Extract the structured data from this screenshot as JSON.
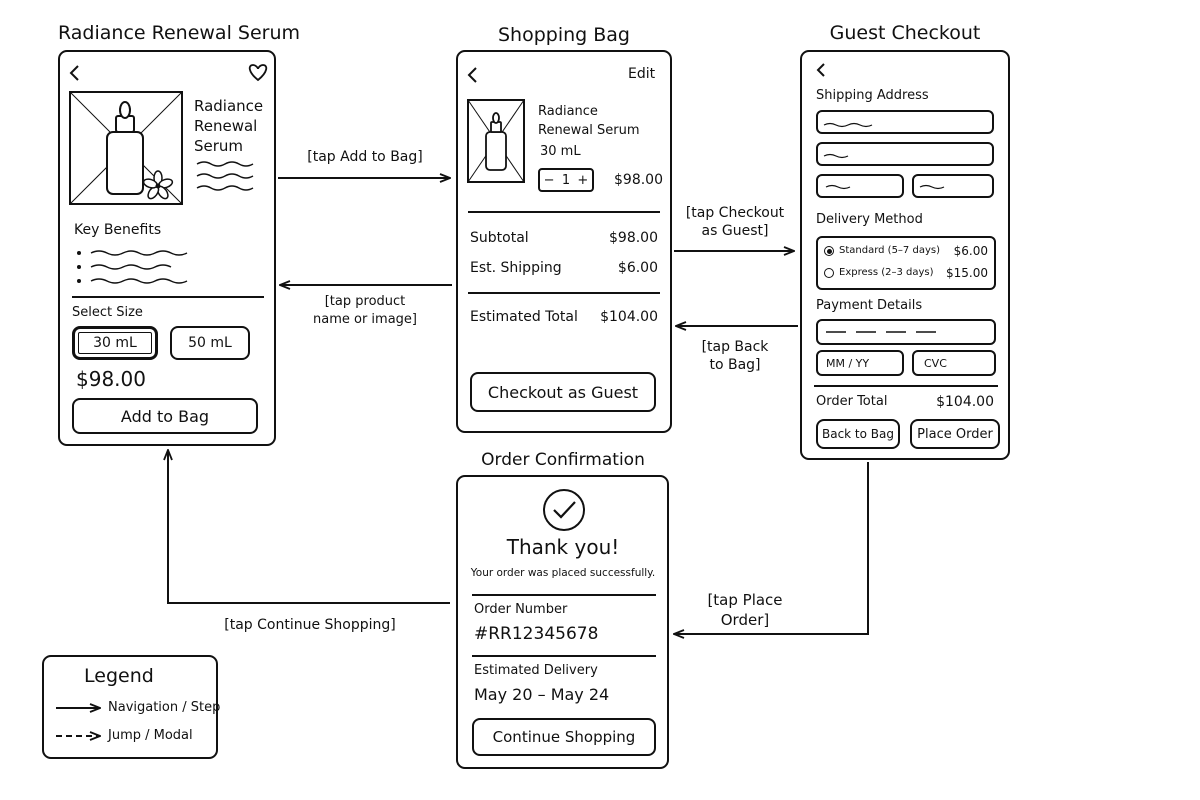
{
  "screens": {
    "product": {
      "title": "Radiance Renewal Serum",
      "back_icon": "chevron-left-icon",
      "favorite_icon": "heart-icon",
      "name_lines": [
        "Radiance",
        "Renewal",
        "Serum"
      ],
      "key_benefits_label": "Key Benefits",
      "select_size_label": "Select Size",
      "sizes": [
        {
          "label": "30 mL",
          "selected": true
        },
        {
          "label": "50 mL",
          "selected": false
        }
      ],
      "price": "$98.00",
      "add_to_bag_label": "Add to Bag"
    },
    "bag": {
      "title": "Shopping Bag",
      "back_icon": "chevron-left-icon",
      "edit_label": "Edit",
      "item_name_lines": [
        "Radiance",
        "Renewal Serum"
      ],
      "item_size": "30 mL",
      "qty_minus": "−",
      "qty_value": "1",
      "qty_plus": "+",
      "item_price": "$98.00",
      "subtotal_label": "Subtotal",
      "subtotal_value": "$98.00",
      "shipping_label": "Est. Shipping",
      "shipping_value": "$6.00",
      "total_label": "Estimated Total",
      "total_value": "$104.00",
      "checkout_label": "Checkout as Guest"
    },
    "checkout": {
      "title": "Guest Checkout",
      "back_icon": "chevron-left-icon",
      "shipping_address_label": "Shipping Address",
      "delivery_method_label": "Delivery Method",
      "delivery_options": [
        {
          "label": "Standard (5–7 days)",
          "price": "$6.00",
          "selected": true
        },
        {
          "label": "Express (2–3 days)",
          "price": "$15.00",
          "selected": false
        }
      ],
      "payment_label": "Payment Details",
      "expiry_placeholder": "MM / YY",
      "cvc_placeholder": "CVC",
      "order_total_label": "Order Total",
      "order_total_value": "$104.00",
      "back_to_bag_label": "Back to Bag",
      "place_order_label": "Place Order"
    },
    "confirmation": {
      "title": "Order Confirmation",
      "check_icon": "check-circle-icon",
      "thanks": "Thank you!",
      "message": "Your order was placed successfully.",
      "order_number_label": "Order Number",
      "order_number": "#RR12345678",
      "delivery_label": "Estimated Delivery",
      "delivery_range": "May 20 – May 24",
      "continue_label": "Continue Shopping"
    }
  },
  "flows": {
    "add_to_bag": [
      "[tap Add to Bag]"
    ],
    "product_name": [
      "[tap product",
      "name or image]"
    ],
    "checkout_guest": [
      "[tap Checkout",
      "as Guest]"
    ],
    "back_to_bag": [
      "[tap Back",
      "to Bag]"
    ],
    "place_order": [
      "[tap Place",
      "Order]"
    ],
    "continue_shopping": [
      "[tap Continue Shopping]"
    ]
  },
  "legend": {
    "title": "Legend",
    "items": [
      {
        "label": "Navigation / Step",
        "style": "solid"
      },
      {
        "label": "Jump / Modal",
        "style": "dashed"
      }
    ]
  }
}
